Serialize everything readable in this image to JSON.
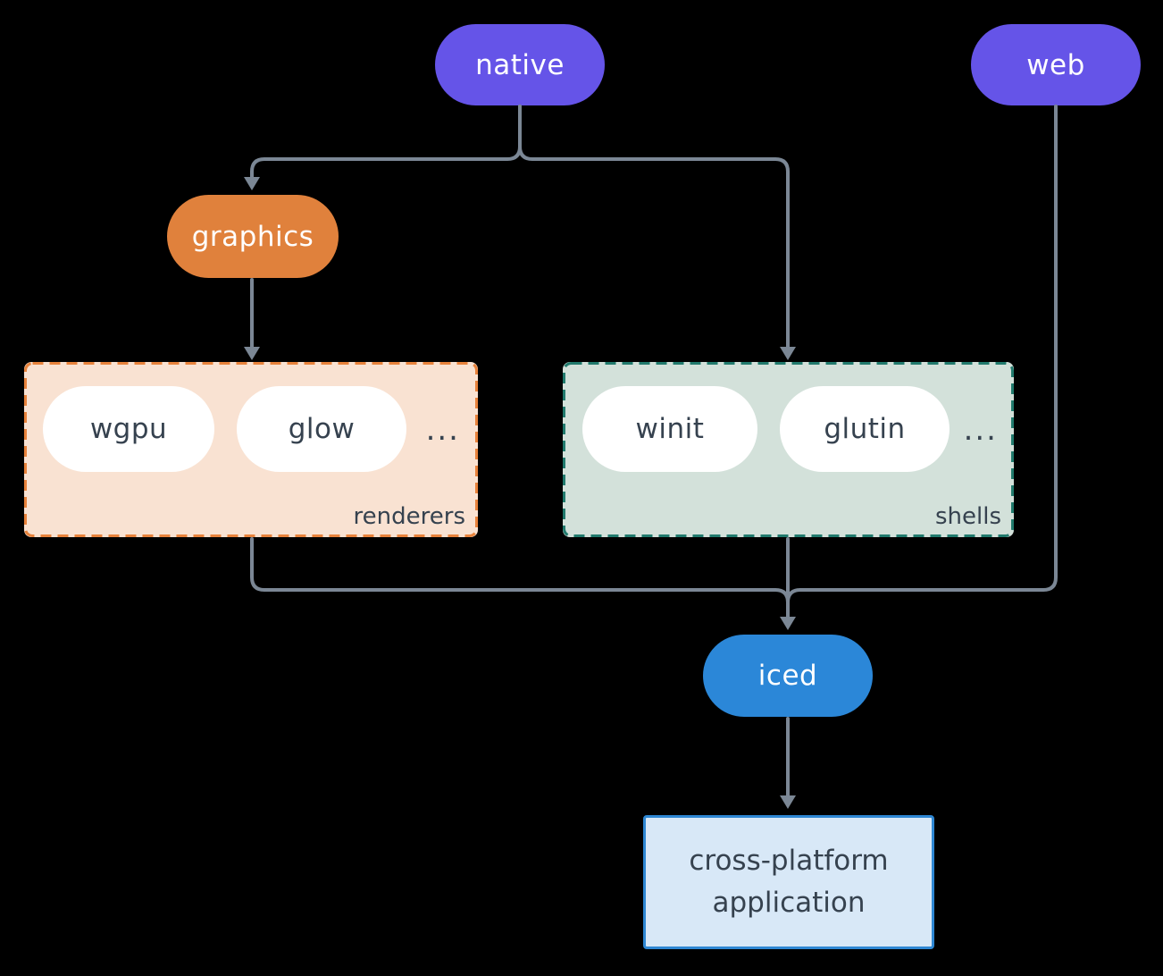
{
  "colors": {
    "background": "#000000",
    "purple": "#6554e8",
    "orange": "#e0813c",
    "blue": "#2b87d8",
    "wire": "#7b8795",
    "ink": "#36424f",
    "white": "#ffffff",
    "peach-bg": "#f9e2d2",
    "peach-border": "#e8833c",
    "mint-bg": "#d3e1da",
    "mint-border": "#217a6d",
    "app-bg": "#d8e8f7",
    "app-border": "#2e87d3"
  },
  "nodes": {
    "native": {
      "label": "native"
    },
    "web": {
      "label": "web"
    },
    "graphics": {
      "label": "graphics"
    },
    "iced": {
      "label": "iced"
    },
    "application": {
      "label": "cross-platform application"
    }
  },
  "groups": {
    "renderers": {
      "label": "renderers",
      "ellipsis": "...",
      "items": [
        "wgpu",
        "glow"
      ]
    },
    "shells": {
      "label": "shells",
      "ellipsis": "...",
      "items": [
        "winit",
        "glutin"
      ]
    }
  },
  "edges": [
    {
      "from": "native",
      "to": "graphics"
    },
    {
      "from": "native",
      "to": "shells"
    },
    {
      "from": "graphics",
      "to": "renderers"
    },
    {
      "from": "renderers",
      "to": "iced"
    },
    {
      "from": "shells",
      "to": "iced"
    },
    {
      "from": "web",
      "to": "iced"
    },
    {
      "from": "iced",
      "to": "application"
    }
  ]
}
